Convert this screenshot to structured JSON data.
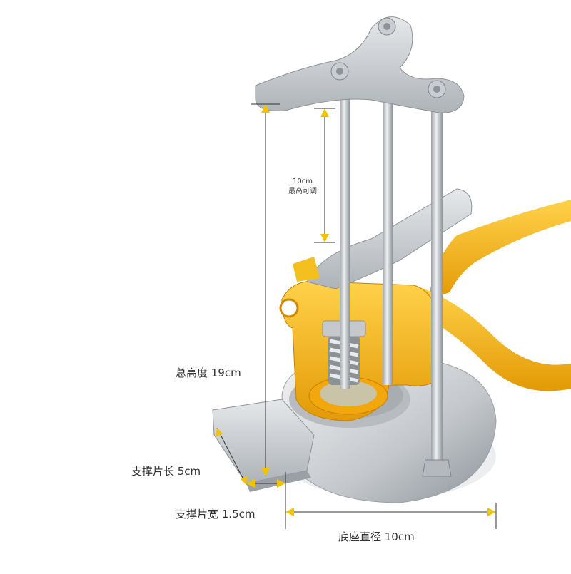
{
  "product": {
    "icon": "tile-leveler-tool-icon"
  },
  "colors": {
    "steel": "#c7cbcf",
    "yellow": "#f4b51a",
    "dimension_line": "#333333",
    "arrow": "#f2c400"
  },
  "dimensions": {
    "adjust_value": "10cm",
    "adjust_text": "最高可调",
    "total_height": "总高度 19cm",
    "plate_length": "支撑片长 5cm",
    "plate_width": "支撑片宽 1.5cm",
    "base_diameter": "底座直径 10cm"
  }
}
